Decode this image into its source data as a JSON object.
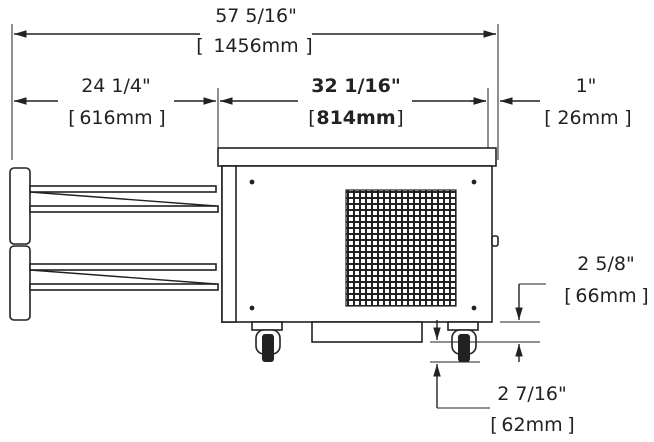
{
  "dimensions": {
    "overall": {
      "imperial": "57 5/16\"",
      "metric": "1456mm"
    },
    "drawer_extension": {
      "imperial": "24 1/4\"",
      "metric": "616mm"
    },
    "cabinet_depth": {
      "imperial": "32 1/16\"",
      "metric": "814mm"
    },
    "handle_offset": {
      "imperial": "1\"",
      "metric": "26mm"
    },
    "caster_clearance": {
      "imperial": "2 5/8\"",
      "metric": "66mm"
    },
    "bottom_clearance": {
      "imperial": "2 7/16\"",
      "metric": "62mm"
    }
  }
}
